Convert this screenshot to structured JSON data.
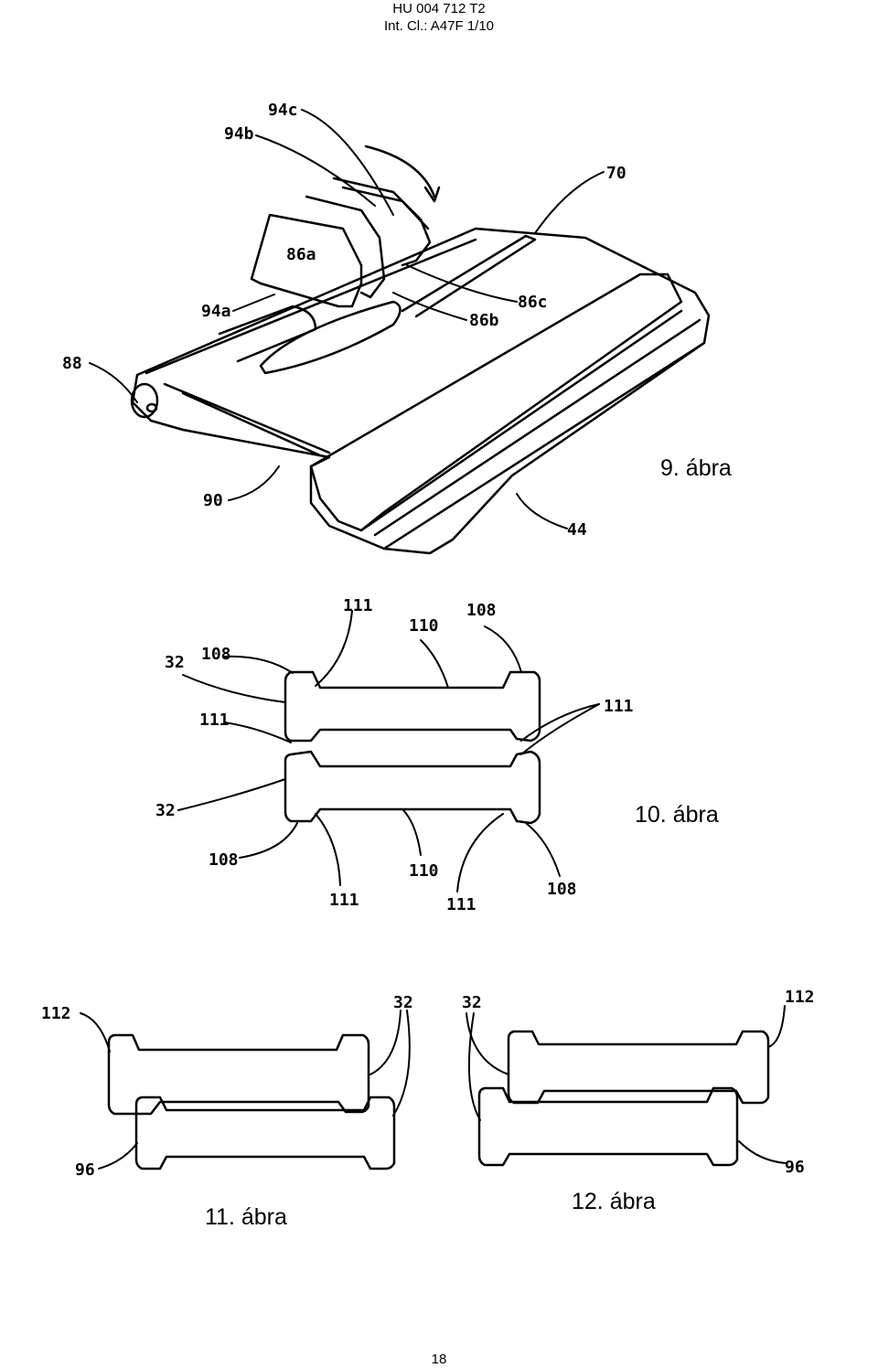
{
  "header": {
    "line1": "HU 004 712 T2",
    "line2": "Int. Cl.: A47F 1/10"
  },
  "figures": {
    "fig9": {
      "caption": "9. ábra",
      "labels": [
        "94c",
        "94b",
        "70",
        "86a",
        "94a",
        "86c",
        "86b",
        "88",
        "90",
        "44"
      ]
    },
    "fig10": {
      "caption": "10. ábra",
      "labels": [
        "111",
        "110",
        "108",
        "32",
        "108",
        "111",
        "111",
        "32",
        "108",
        "110",
        "111",
        "111",
        "108"
      ]
    },
    "fig11": {
      "caption": "11. ábra",
      "labels": [
        "112",
        "32",
        "96"
      ]
    },
    "fig12": {
      "caption": "12. ábra",
      "labels": [
        "32",
        "112",
        "96"
      ]
    }
  },
  "page_number": "18"
}
